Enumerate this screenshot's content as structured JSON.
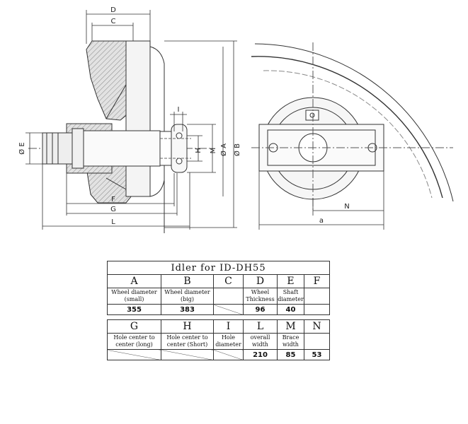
{
  "drawing": {
    "labels": {
      "D": "D",
      "C": "C",
      "I": "I",
      "H": "H",
      "M": "M",
      "E": "Ø E",
      "A": "Ø A",
      "B": "Ø B",
      "F": "F",
      "G": "G",
      "L": "L",
      "N": "N",
      "a": "a"
    }
  },
  "table": {
    "title": "Idler for ID-DH55",
    "row1": {
      "letters": [
        "A",
        "B",
        "C",
        "D",
        "E",
        "F"
      ],
      "descriptions": [
        "Wheel diameter\n(small)",
        "Wheel diameter\n(big)",
        "",
        "Wheel\nThickness",
        "Shaft\ndiameter",
        ""
      ],
      "values": [
        "355",
        "383",
        "",
        "96",
        "40",
        ""
      ]
    },
    "row2": {
      "letters": [
        "G",
        "H",
        "I",
        "L",
        "M",
        "N"
      ],
      "descriptions": [
        "Hole center to\ncenter (long)",
        "Hole center to\ncenter (Short)",
        "Hole\ndiameter",
        "overall\nwidth",
        "Brace\nwidth",
        ""
      ],
      "values": [
        "",
        "",
        "",
        "210",
        "85",
        "53"
      ]
    }
  },
  "colors": {
    "line": "#333333",
    "hatch": "#777777",
    "body": "#dddddd"
  }
}
